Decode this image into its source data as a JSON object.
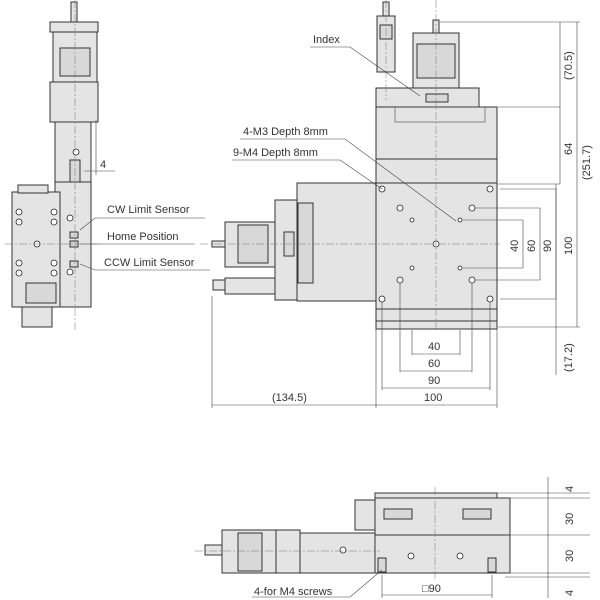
{
  "drawing": {
    "title": "XY motorized stage dimensional drawing",
    "side_view_left": {
      "labels": {
        "cw_limit": "CW Limit Sensor",
        "home": "Home Position",
        "ccw_limit": "CCW Limit Sensor"
      },
      "dim_offset": "4"
    },
    "top_view": {
      "labels": {
        "index": "Index",
        "m3": "4-M3 Depth 8mm",
        "m4": "9-M4 Depth 8mm"
      },
      "dims_vertical_right": {
        "d70_5": "(70.5)",
        "d64": "64",
        "d251_7": "(251.7)",
        "d40": "40",
        "d60": "60",
        "d90": "90",
        "d100": "100",
        "d17_2": "(17.2)"
      },
      "dims_horizontal_bottom": {
        "d40": "40",
        "d60": "60",
        "d90": "90",
        "d100": "100",
        "d134_5": "(134.5)"
      }
    },
    "front_view": {
      "labels": {
        "screws": "4-for M4 screws"
      },
      "dims_vertical_right": {
        "top4": "4",
        "upper30": "30",
        "lower30": "30",
        "bottom4": "4"
      },
      "dim_square": "□90"
    }
  }
}
